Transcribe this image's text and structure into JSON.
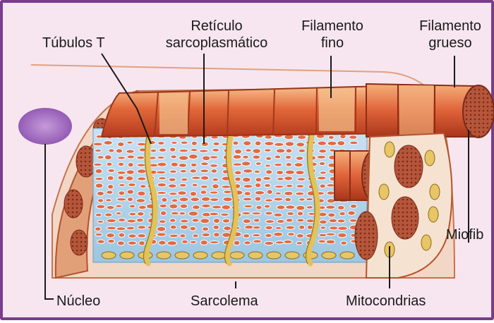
{
  "labels": {
    "tubulos_t": "Túbulos T",
    "reticulo_line1": "Retículo",
    "reticulo_line2": "sarcoplasmático",
    "filamento_fino_line1": "Filamento",
    "filamento_fino_line2": "fino",
    "filamento_grueso_line1": "Filamento",
    "filamento_grueso_line2": "grueso",
    "miofibrilla": "Miofib",
    "nucleo": "Núcleo",
    "sarcolema": "Sarcolema",
    "mitocondrias": "Mitocondrias"
  },
  "colors": {
    "frame": "#7a3c8e",
    "background": "#f7e6ef",
    "myofibril_red": "#d9532c",
    "myofibril_light": "#f0a36d",
    "reticulum_blue": "#a9cfe6",
    "tubule_yellow": "#e3c25a",
    "nucleus_purple": "#9a62b8",
    "sarcolemma_pink": "#e8b79a"
  }
}
